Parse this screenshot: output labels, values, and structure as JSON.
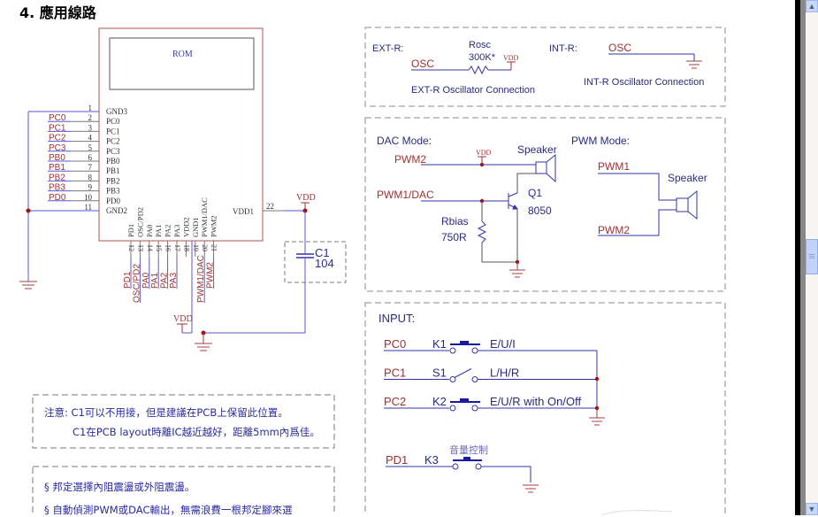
{
  "title": "4. 應用線路",
  "mcu": {
    "rom_label": "ROM",
    "left_pins": [
      {
        "num": "1",
        "name": "GND3",
        "net": ""
      },
      {
        "num": "2",
        "name": "PC0",
        "net": "PC0"
      },
      {
        "num": "3",
        "name": "PC1",
        "net": "PC1"
      },
      {
        "num": "4",
        "name": "PC2",
        "net": "PC2"
      },
      {
        "num": "5",
        "name": "PC3",
        "net": "PC3"
      },
      {
        "num": "6",
        "name": "PB0",
        "net": "PB0"
      },
      {
        "num": "7",
        "name": "PB1",
        "net": "PB1"
      },
      {
        "num": "8",
        "name": "PB2",
        "net": "PB2"
      },
      {
        "num": "9",
        "name": "PB3",
        "net": "PB3"
      },
      {
        "num": "10",
        "name": "PD0",
        "net": "PD0"
      },
      {
        "num": "11",
        "name": "GND2",
        "net": ""
      }
    ],
    "bottom_pins": [
      {
        "num": "12",
        "name": "PD1",
        "net": "PD1"
      },
      {
        "num": "13",
        "name": "OSC/PD2",
        "net": "OSC/PD2"
      },
      {
        "num": "14",
        "name": "PA0",
        "net": "PA0"
      },
      {
        "num": "15",
        "name": "PA1",
        "net": "PA1"
      },
      {
        "num": "16",
        "name": "PA2",
        "net": "PA2"
      },
      {
        "num": "17",
        "name": "PA3",
        "net": "PA3"
      },
      {
        "num": "18",
        "name": "VDD2",
        "net": ""
      },
      {
        "num": "19",
        "name": "GND1",
        "net": ""
      },
      {
        "num": "20",
        "name": "PWM1/DAC",
        "net": "PWM1/DAC"
      },
      {
        "num": "21",
        "name": "PWM2",
        "net": "PWM2"
      }
    ],
    "right_pin": {
      "num": "22",
      "name": "VDD1"
    },
    "vdd_label": "VDD",
    "cap": {
      "name": "C1",
      "value": "104"
    }
  },
  "osc_box": {
    "ext_label": "EXT-R:",
    "int_label": "INT-R:",
    "osc_net": "OSC",
    "resistor_name": "Rosc",
    "resistor_value": "300K*",
    "vdd": "VDD",
    "ext_caption": "EXT-R Oscillator Connection",
    "int_caption": "INT-R Oscillator Connection"
  },
  "audio_box": {
    "dac_title": "DAC Mode:",
    "pwm_title": "PWM Mode:",
    "pwm2": "PWM2",
    "pwm1dac": "PWM1/DAC",
    "pwm1": "PWM1",
    "vdd": "VDD",
    "speaker": "Speaker",
    "transistor_name": "Q1",
    "transistor_value": "8050",
    "rbias_name": "Rbias",
    "rbias_value": "750R"
  },
  "input_box": {
    "title": "INPUT:",
    "rows": [
      {
        "net": "PC0",
        "switch": "K1",
        "label": "E/U/I"
      },
      {
        "net": "PC1",
        "switch": "S1",
        "label": "L/H/R"
      },
      {
        "net": "PC2",
        "switch": "K2",
        "label": "E/U/R with On/Off"
      }
    ],
    "extra": {
      "net": "PD1",
      "switch": "K3",
      "label": "音量控制"
    }
  },
  "notes": {
    "note1_line1": "注意: C1可以不用接，但是建議在PCB上保留此位置。",
    "note1_line2": "C1在PCB layout時離IC越近越好，距離5mm內爲佳。",
    "note2_line1": "§ 邦定選擇內阻震盪或外阻震盪。",
    "note2_line2": "§ 自動偵測PWM或DAC輸出，無需浪費一根邦定腳來選"
  },
  "scrollbar": {
    "up": "▲",
    "down": "▼"
  }
}
